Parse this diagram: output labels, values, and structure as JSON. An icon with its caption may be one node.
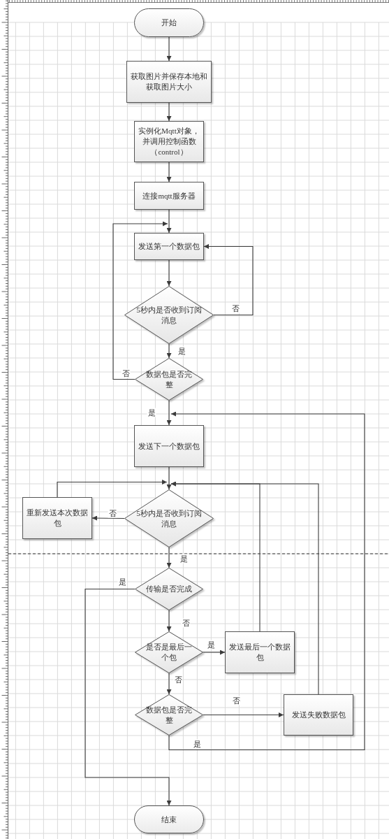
{
  "diagram": {
    "nodes": [
      {
        "text": [
          "开始"
        ]
      },
      {
        "text": [
          "获取图片并保存本地和获取图片大小"
        ]
      },
      {
        "text": [
          "实例化Mqtt对象，并调用控制函数（control）"
        ]
      },
      {
        "text": [
          "连接mqtt服务器"
        ]
      },
      {
        "text": [
          "发送第一个数据包"
        ]
      },
      {
        "text": [
          "5秒内是否收到订阅消息"
        ]
      },
      {
        "text": [
          "数据包是否完整"
        ]
      },
      {
        "text": [
          "发送下一个数据包"
        ]
      },
      {
        "text": [
          "重新发送本次数据包"
        ]
      },
      {
        "text": [
          "5秒内是否收到订阅消息"
        ]
      },
      {
        "text": [
          "传输是否完成"
        ]
      },
      {
        "text": [
          "是否是最后一个包"
        ]
      },
      {
        "text": [
          "发送最后一个数据包"
        ]
      },
      {
        "text": [
          "数据包是否完整"
        ]
      },
      {
        "text": [
          "发送失败数据包"
        ]
      },
      {
        "text": [
          "结束"
        ]
      }
    ],
    "edges": [
      {
        "from": 0,
        "to": 1,
        "arrow": "to"
      },
      {
        "from": 1,
        "to": 2,
        "arrow": "to"
      },
      {
        "from": 2,
        "to": 3,
        "arrow": "to"
      },
      {
        "from": 3,
        "to": 4,
        "arrow": "to"
      },
      {
        "from": 4,
        "to": 5,
        "arrow": "to"
      },
      {
        "from": 5,
        "to": 4,
        "arrow": "to",
        "label": "否"
      },
      {
        "from": 5,
        "to": 6,
        "arrow": "to",
        "label": "是"
      },
      {
        "from": 6,
        "to": 4,
        "arrow": "to",
        "label": "否"
      },
      {
        "from": 6,
        "to": 7,
        "arrow": "to",
        "label": "是"
      },
      {
        "from": 7,
        "to": 9,
        "arrow": "to"
      },
      {
        "from": 9,
        "to": 8,
        "arrow": "to",
        "label": "否"
      },
      {
        "from": 8,
        "to": 9,
        "arrow": "to"
      },
      {
        "from": 9,
        "to": 10,
        "arrow": "to",
        "label": "是"
      },
      {
        "from": 10,
        "to": 15,
        "arrow": "to",
        "label": "是"
      },
      {
        "from": 10,
        "to": 11,
        "arrow": "to",
        "label": "否"
      },
      {
        "from": 11,
        "to": 12,
        "arrow": "to",
        "label": "是"
      },
      {
        "from": 11,
        "to": 13,
        "arrow": "to",
        "label": "否"
      },
      {
        "from": 13,
        "to": 14,
        "arrow": "to",
        "label": "否"
      },
      {
        "from": 12,
        "to": 9,
        "arrow": "to"
      },
      {
        "from": 14,
        "to": 9,
        "arrow": "to"
      },
      {
        "from": 13,
        "to": 7,
        "arrow": "to",
        "label": "是"
      }
    ]
  }
}
